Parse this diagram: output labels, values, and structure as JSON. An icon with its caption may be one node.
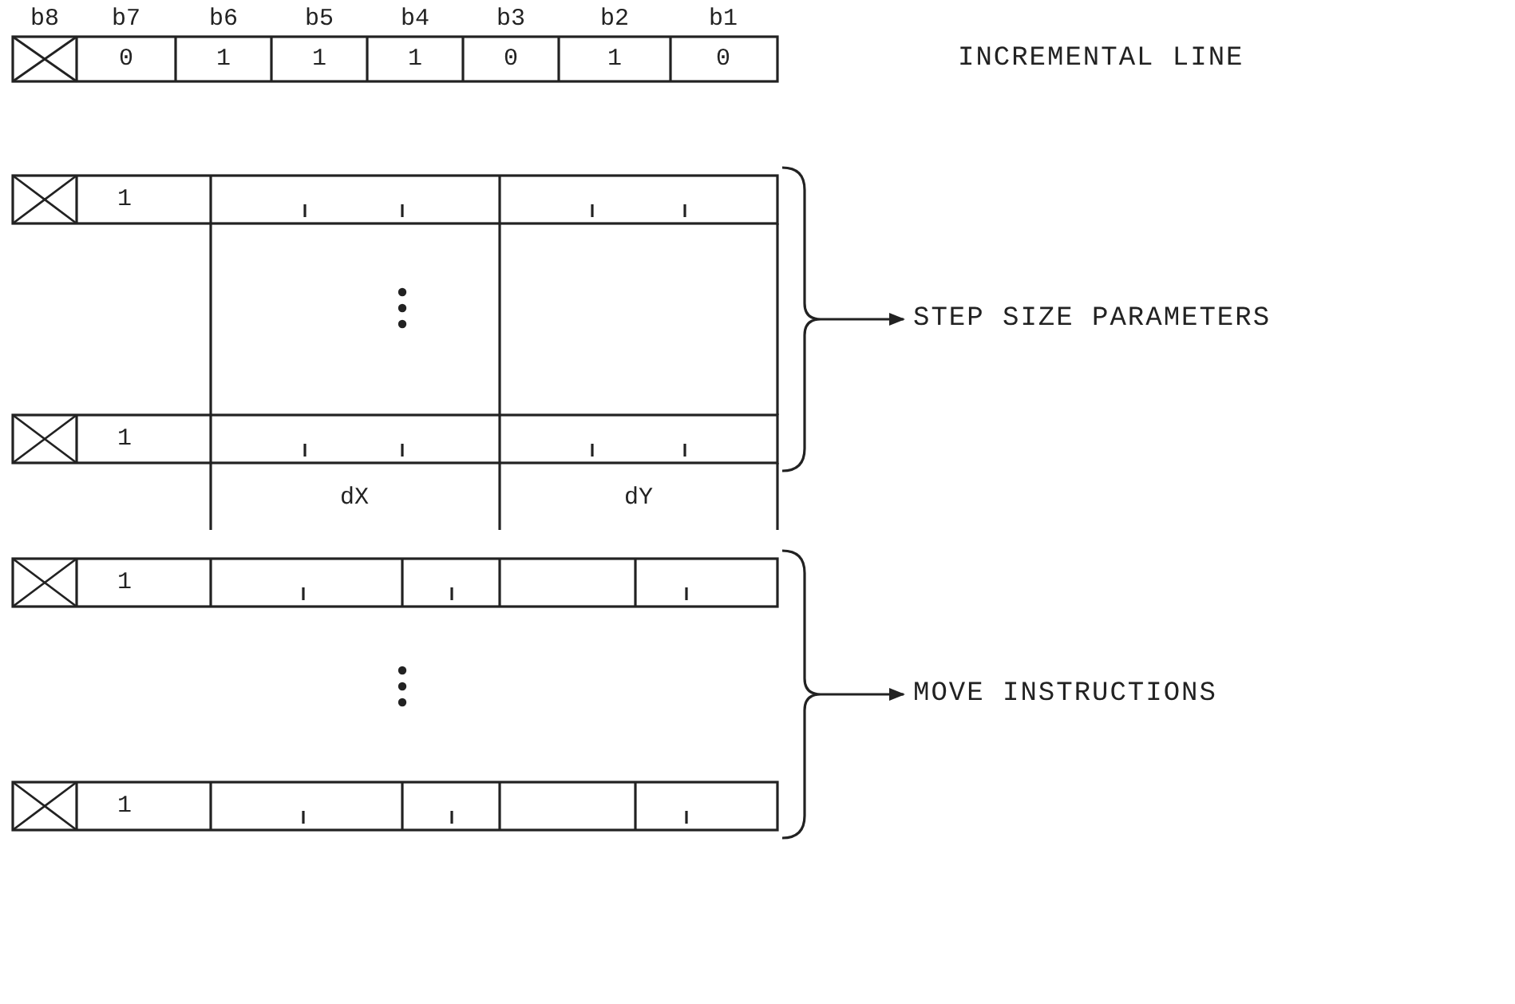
{
  "diagram": {
    "nodes": [
      {
        "text": [],
        "shape": "brace"
      },
      {
        "text": [
          "STEP SIZE PARAMETERS"
        ]
      },
      {
        "text": [],
        "shape": "brace"
      },
      {
        "text": [
          "MOVE INSTRUCTIONS"
        ]
      }
    ],
    "edges": [
      {
        "from": 0,
        "to": 1,
        "arrow": "to"
      },
      {
        "from": 2,
        "to": 3,
        "arrow": "to"
      }
    ],
    "labels": [
      "b8",
      "b7",
      "b6",
      "b5",
      "b4",
      "b3",
      "b2",
      "b1",
      "0",
      "1",
      "1",
      "1",
      "0",
      "1",
      "0",
      "INCREMENTAL LINE",
      "1",
      "1",
      "dX",
      "dY",
      "1",
      "1"
    ]
  }
}
